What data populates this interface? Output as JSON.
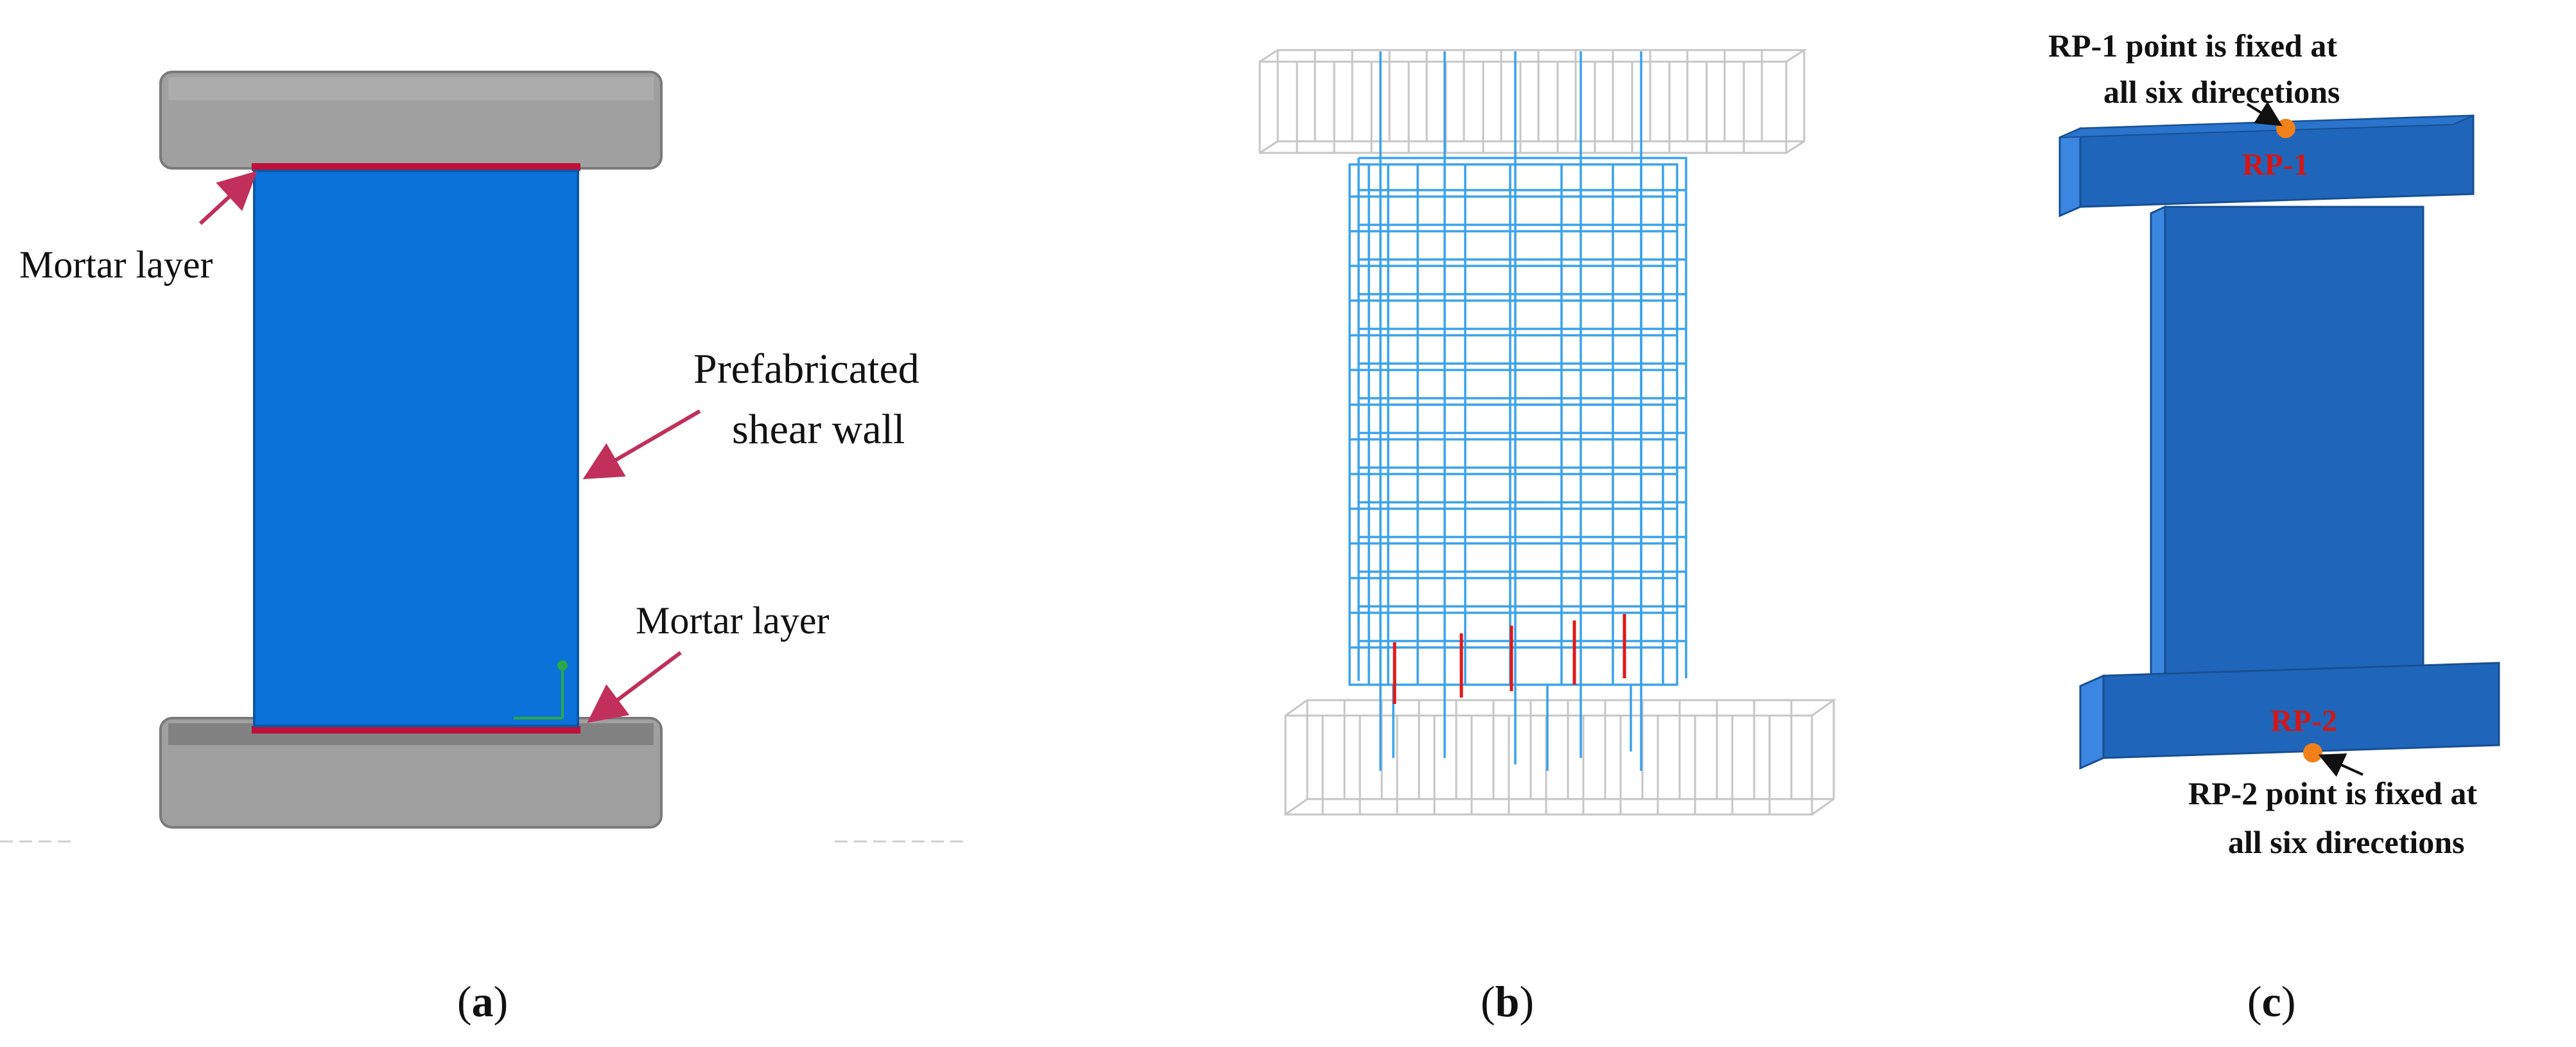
{
  "panels": {
    "a": {
      "caption_letter": "a",
      "labels": {
        "mortar_top": "Mortar layer",
        "wall_line1": "Prefabricated",
        "wall_line2": "shear wall",
        "mortar_bottom": "Mortar layer"
      },
      "colors": {
        "wall": "#0a72d8",
        "beam": "#9a9a9a",
        "mortar": "#c0103a",
        "arrow": "#c0305a"
      }
    },
    "b": {
      "caption_letter": "b",
      "colors": {
        "rebar": "#3aa2ea",
        "beam_cage": "#c6c6c6",
        "dowel": "#e01818"
      }
    },
    "c": {
      "caption_letter": "c",
      "labels": {
        "rp1": "RP-1",
        "rp2": "RP-2",
        "rp1_note_line1": "RP-1 point is fixed at",
        "rp1_note_line2": "all  six direcetions",
        "rp2_note_line1": "RP-2 point is fixed at",
        "rp2_note_line2": "all  six direcetions"
      },
      "colors": {
        "body": "#1f66ba",
        "side": "#3a86e0",
        "rp_label": "#d01818",
        "rp_point": "#f08018"
      }
    }
  }
}
